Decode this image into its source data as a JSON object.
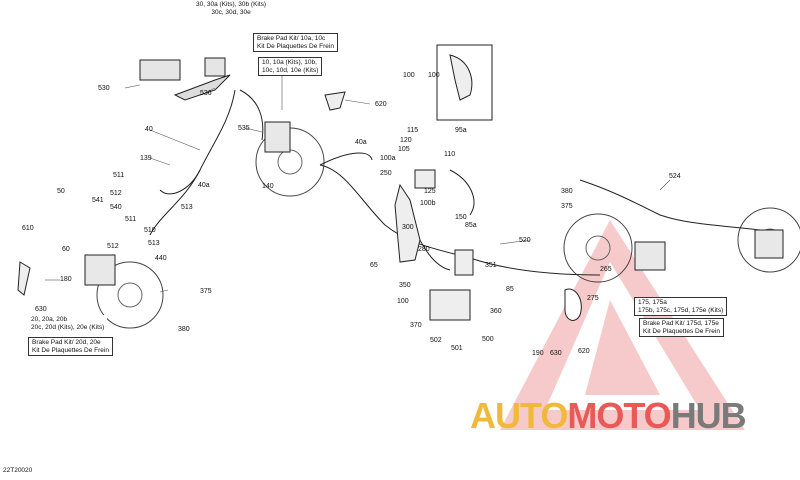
{
  "diagram": {
    "part_labels": [
      {
        "id": "l530",
        "text": "530"
      },
      {
        "id": "l536",
        "text": "536"
      },
      {
        "id": "l40",
        "text": "40"
      },
      {
        "id": "l535",
        "text": "535"
      },
      {
        "id": "l139",
        "text": "139"
      },
      {
        "id": "l40a",
        "text": "40a"
      },
      {
        "id": "l140",
        "text": "140"
      },
      {
        "id": "l511a",
        "text": "511"
      },
      {
        "id": "l512a",
        "text": "512"
      },
      {
        "id": "l513a",
        "text": "513"
      },
      {
        "id": "l541",
        "text": "541"
      },
      {
        "id": "l540",
        "text": "540"
      },
      {
        "id": "l50",
        "text": "50"
      },
      {
        "id": "l511b",
        "text": "511"
      },
      {
        "id": "l510",
        "text": "510"
      },
      {
        "id": "l512b",
        "text": "512"
      },
      {
        "id": "l513b",
        "text": "513"
      },
      {
        "id": "l60",
        "text": "60"
      },
      {
        "id": "l610",
        "text": "610"
      },
      {
        "id": "l440",
        "text": "440"
      },
      {
        "id": "l180",
        "text": "180"
      },
      {
        "id": "l630a",
        "text": "630"
      },
      {
        "id": "l375a",
        "text": "375"
      },
      {
        "id": "l380a",
        "text": "380"
      },
      {
        "id": "l620a",
        "text": "620"
      },
      {
        "id": "l40b",
        "text": "40a"
      },
      {
        "id": "l100a",
        "text": "100"
      },
      {
        "id": "l95a",
        "text": "95a"
      },
      {
        "id": "l115",
        "text": "115"
      },
      {
        "id": "l120",
        "text": "120"
      },
      {
        "id": "l105",
        "text": "105"
      },
      {
        "id": "l110",
        "text": "110"
      },
      {
        "id": "l100ab",
        "text": "100a"
      },
      {
        "id": "l250",
        "text": "250"
      },
      {
        "id": "l125",
        "text": "125"
      },
      {
        "id": "l100b",
        "text": "100b"
      },
      {
        "id": "l150",
        "text": "150"
      },
      {
        "id": "l85a",
        "text": "85a"
      },
      {
        "id": "l300",
        "text": "300"
      },
      {
        "id": "l280",
        "text": "280"
      },
      {
        "id": "l520",
        "text": "520"
      },
      {
        "id": "l65",
        "text": "65"
      },
      {
        "id": "l350",
        "text": "350"
      },
      {
        "id": "l351",
        "text": "351"
      },
      {
        "id": "l100c",
        "text": "100"
      },
      {
        "id": "l85",
        "text": "85"
      },
      {
        "id": "l360",
        "text": "360"
      },
      {
        "id": "l370",
        "text": "370"
      },
      {
        "id": "l502",
        "text": "502"
      },
      {
        "id": "l501",
        "text": "501"
      },
      {
        "id": "l500",
        "text": "500"
      },
      {
        "id": "l380b",
        "text": "380"
      },
      {
        "id": "l375b",
        "text": "375"
      },
      {
        "id": "l524",
        "text": "524"
      },
      {
        "id": "l265",
        "text": "265"
      },
      {
        "id": "l275",
        "text": "275"
      },
      {
        "id": "l190",
        "text": "190"
      },
      {
        "id": "l630b",
        "text": "630"
      },
      {
        "id": "l620b",
        "text": "620"
      }
    ],
    "callout_top": [
      "30, 30a (Kits), 30b (Kits)",
      "30c, 30d, 30e"
    ],
    "callout_front_kit": [
      "Brake Pad Kit/ 10a, 10c",
      "Kit De Plaquettes De Frein"
    ],
    "callout_10": [
      "10, 10a (Kits), 10b,",
      "10c, 10d, 10e (Kits)"
    ],
    "callout_20": [
      "20, 20a, 20b",
      "20c, 20d (Kits), 20e (Kits)"
    ],
    "callout_rear_kit": [
      "Brake Pad Kit/ 20d, 20e",
      "Kit De Plaquettes De Frein"
    ],
    "callout_175": [
      "175, 175a",
      "175b, 175c, 175d, 175e (Kits)"
    ],
    "callout_175_kit": [
      "Brake Pad Kit/ 175d, 175e",
      "Kit De Plaquettes De Frein"
    ],
    "inset_label": "100",
    "drawing_code": "22T20020"
  },
  "watermark": {
    "part1": "AUTO",
    "part2": "MOTO",
    "part3": "HUB",
    "color_yellow": "#f0b93a",
    "color_red": "#e85a58",
    "color_gray": "#7a7a7a"
  }
}
